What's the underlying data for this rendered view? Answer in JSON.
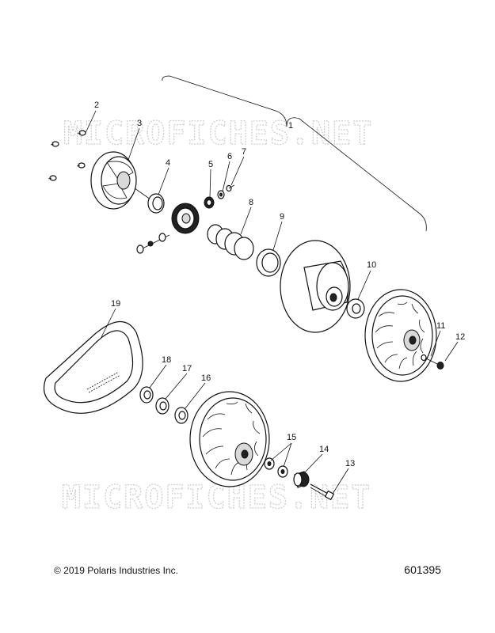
{
  "watermarks": [
    "MICROFICHES.NET",
    "MICROFICHES.NET"
  ],
  "callouts": [
    {
      "id": "1",
      "label": "1"
    },
    {
      "id": "2",
      "label": "2"
    },
    {
      "id": "3",
      "label": "3"
    },
    {
      "id": "4",
      "label": "4"
    },
    {
      "id": "5",
      "label": "5"
    },
    {
      "id": "6",
      "label": "6"
    },
    {
      "id": "7",
      "label": "7"
    },
    {
      "id": "8",
      "label": "8"
    },
    {
      "id": "9",
      "label": "9"
    },
    {
      "id": "10",
      "label": "10"
    },
    {
      "id": "11",
      "label": "11"
    },
    {
      "id": "12",
      "label": "12"
    },
    {
      "id": "13",
      "label": "13"
    },
    {
      "id": "14",
      "label": "14"
    },
    {
      "id": "15",
      "label": "15"
    },
    {
      "id": "16",
      "label": "16"
    },
    {
      "id": "17",
      "label": "17"
    },
    {
      "id": "18",
      "label": "18"
    },
    {
      "id": "19",
      "label": "19"
    }
  ],
  "footer": {
    "copyright": "© 2019 Polaris Industries Inc.",
    "diagram_number": "601395"
  }
}
